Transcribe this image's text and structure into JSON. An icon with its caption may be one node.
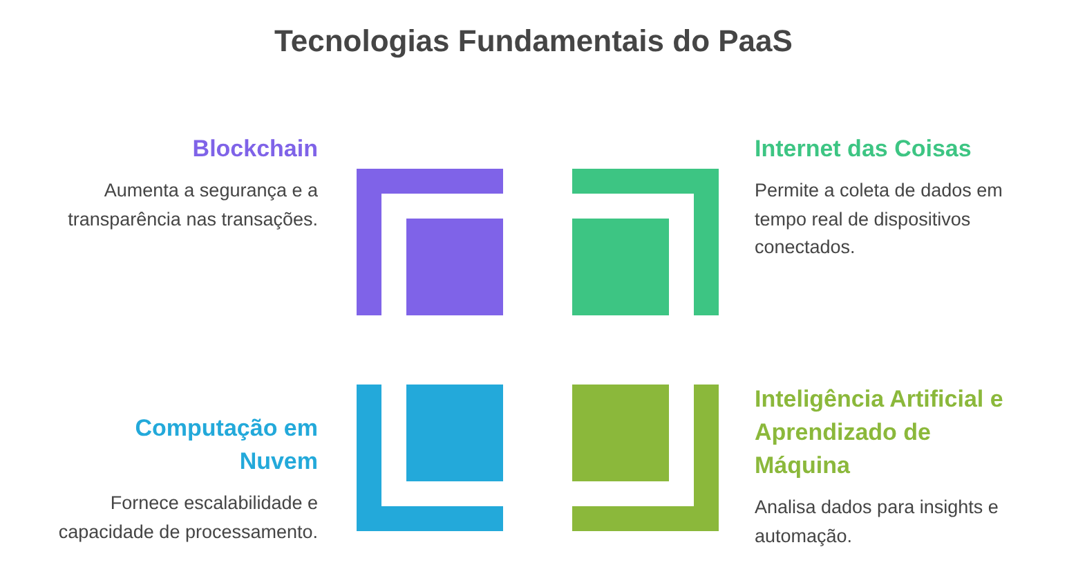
{
  "diagram": {
    "title": "Tecnologias Fundamentais do PaaS",
    "nodes": [
      {
        "text": [
          "Blockchain",
          "Aumenta a segurança e a transparência nas transações."
        ]
      },
      {
        "text": [
          "Internet das Coisas",
          "Permite a coleta de dados em tempo real de dispositivos conectados."
        ]
      },
      {
        "text": [
          "Computação em Nuvem",
          "Fornece escalabilidade e capacidade de processamento."
        ]
      },
      {
        "text": [
          "Inteligência Artificial e Aprendizado de Máquina",
          "Analisa dados para insights e automação."
        ]
      }
    ]
  }
}
